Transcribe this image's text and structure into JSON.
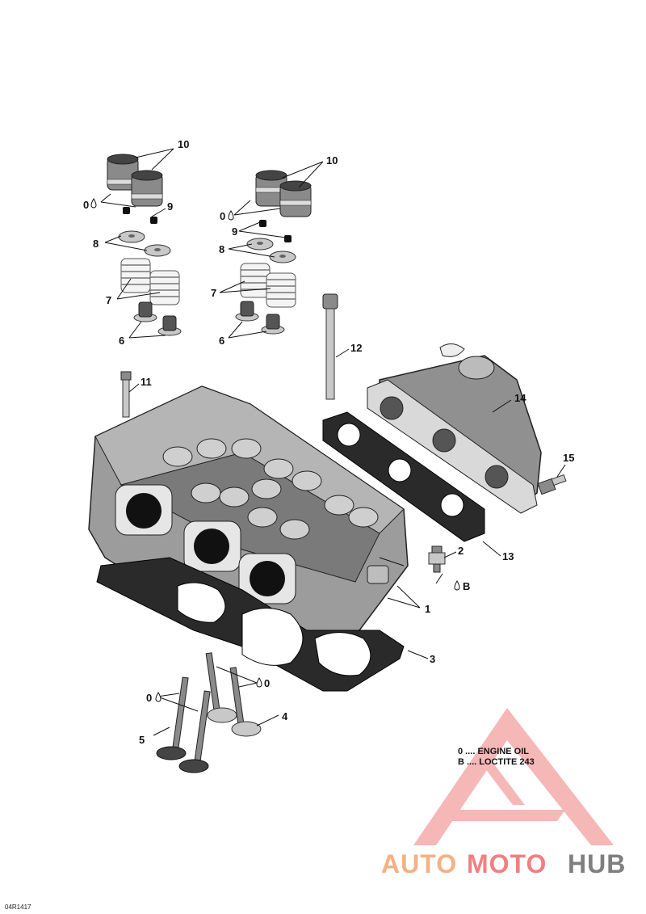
{
  "callouts": {
    "c1": "1",
    "c2": "2",
    "c3": "3",
    "c4": "4",
    "c5": "5",
    "c6a": "6",
    "c6b": "6",
    "c7a": "7",
    "c7b": "7",
    "c8a": "8",
    "c8b": "8",
    "c9a": "9",
    "c9b": "9",
    "c10a": "10",
    "c10b": "10",
    "c11": "11",
    "c12": "12",
    "c13": "13",
    "c14": "14",
    "c15": "15",
    "o1": "0",
    "o2": "0",
    "o3": "0",
    "o4": "0",
    "b1": "B"
  },
  "legend": {
    "line1": "0 .... ENGINE OIL",
    "line2": "B .... LOCTITE 243"
  },
  "drawing_code": "04R1417",
  "watermark": {
    "part1": "AUTO",
    "part2": "MOTO",
    "part3": "HUB",
    "colors": {
      "orange": "#f4b183",
      "red": "#f08080",
      "gray": "#7f7f7f",
      "triangle": "#f4a0a0"
    }
  },
  "icons": {
    "drop": "oil-drop-icon"
  }
}
